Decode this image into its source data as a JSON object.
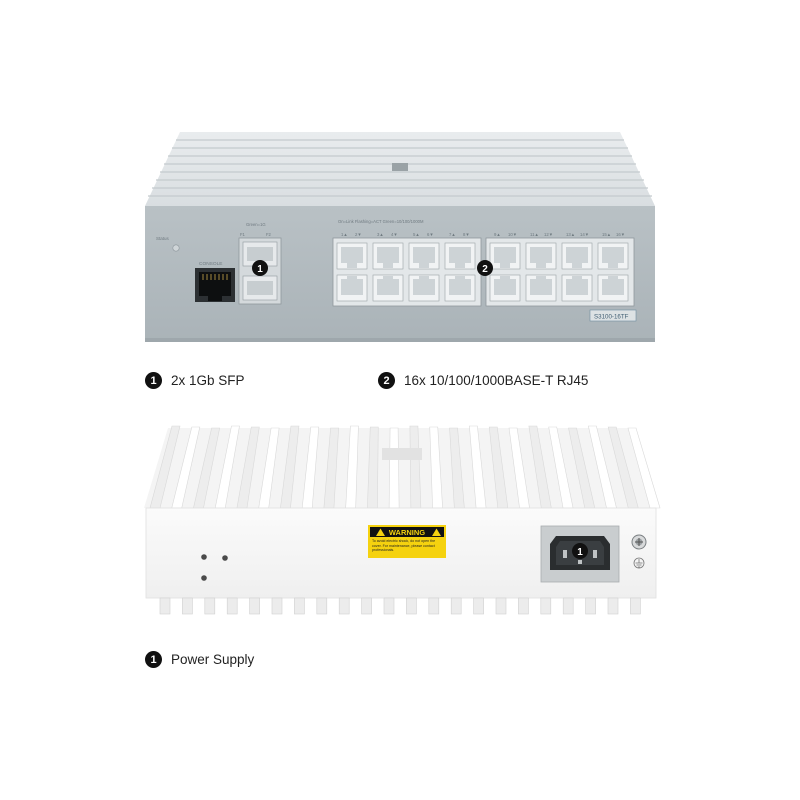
{
  "front_panel": {
    "model_label": "S3100-16TF",
    "console_label": "CONSOLE",
    "status_label": "Status",
    "sfp_header_label": "Green=1G",
    "rj45_header_label": "On=Link  Flashing=ACT  Green=10/100/1000M",
    "sfp_port_labels": [
      "F1",
      "F2"
    ],
    "rj45_port_numbers": [
      "1",
      "2",
      "3",
      "4",
      "5",
      "6",
      "7",
      "8",
      "9",
      "10",
      "11",
      "12",
      "13",
      "14",
      "15",
      "16"
    ],
    "callout_sfp": "1",
    "callout_rj45": "2"
  },
  "front_legend": [
    {
      "number": "1",
      "text": "2x 1Gb SFP"
    },
    {
      "number": "2",
      "text": "16x 10/100/1000BASE-T RJ45"
    }
  ],
  "rear_panel": {
    "warning_title": "WARNING",
    "warning_text": "To avoid electric shock, do not open the cover. For maintenance, please contact professionals.",
    "callout_power": "1"
  },
  "rear_legend": [
    {
      "number": "1",
      "text": "Power Supply"
    }
  ],
  "icons": {
    "sfp_port": "sfp-cage",
    "rj45_port": "rj45-jack",
    "console_port": "rj45-jack",
    "power_inlet": "iec-c14-inlet",
    "ground_screw": "ground-symbol",
    "warning": "warning-triangle"
  }
}
